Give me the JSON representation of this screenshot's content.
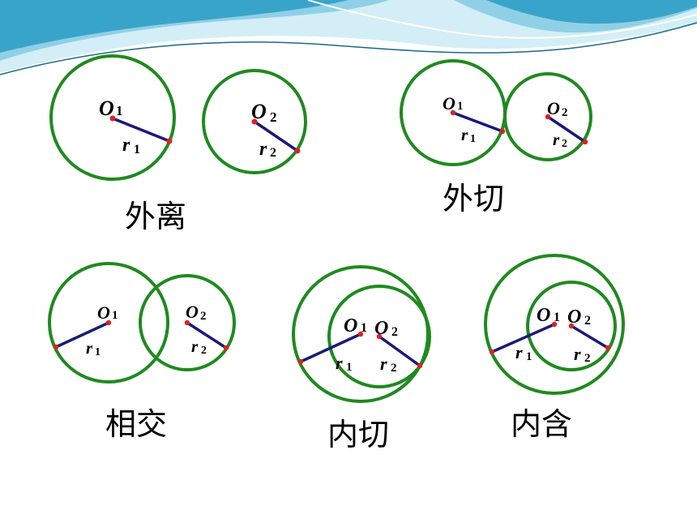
{
  "header": {
    "colors": {
      "light": "#d3eef6",
      "mid": "#8fd0e6",
      "dark": "#2a9cc3",
      "line": "#1b6a8a"
    }
  },
  "colors": {
    "circle": "#1f8a1f",
    "radius": "#1a1a7a",
    "point": "#e02020"
  },
  "labels": {
    "o": "O",
    "r": "r",
    "sub1": "1",
    "sub2": "2"
  },
  "captions": {
    "separate": "外离",
    "external_tangent": "外切",
    "intersecting": "相交",
    "internal_tangent": "内切",
    "contained": "内含"
  }
}
